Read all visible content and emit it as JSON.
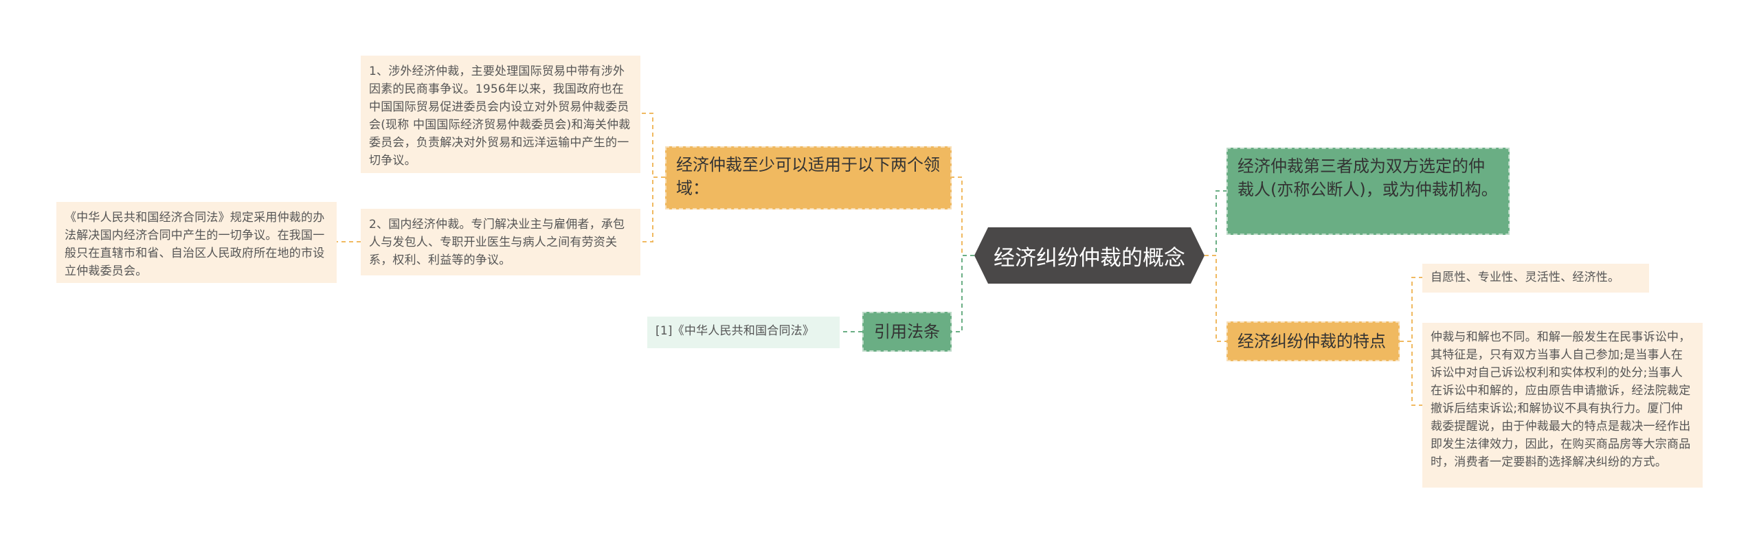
{
  "mindmap": {
    "root": "经济纠纷仲裁的概念",
    "left": {
      "scope": {
        "title": "经济仲裁至少可以适用于以下两个领域：",
        "items": [
          "1、涉外经济仲裁，主要处理国际贸易中带有涉外因素的民商事争议。1956年以来，我国政府也在中国国际贸易促进委员会内设立对外贸易仲裁委员会(现称 中国国际经济贸易仲裁委员会)和海关仲裁委员会，负责解决对外贸易和远洋运输中产生的一切争议。",
          "2、国内经济仲裁。专门解决业主与雇佣者，承包人与发包人、专职开业医生与病人之间有劳资关系，权利、利益等的争议。"
        ],
        "sub_note": "《中华人民共和国经济合同法》规定采用仲裁的办法解决国内经济合同中产生的一切争议。在我国一般只在直辖市和省、自治区人民政府所在地的市设立仲裁委员会。"
      },
      "citation": {
        "title": "引用法条",
        "items": [
          "[1]《中华人民共和国合同法》"
        ]
      }
    },
    "right": {
      "definition": {
        "title": "经济仲裁第三者成为双方选定的仲裁人(亦称公断人)，或为仲裁机构。"
      },
      "features": {
        "title": "经济纠纷仲裁的特点",
        "items": [
          "自愿性、专业性、灵活性、经济性。",
          "仲裁与和解也不同。和解一般发生在民事诉讼中，其特征是，只有双方当事人自己参加;是当事人在诉讼中对自己诉讼权利和实体权利的处分;当事人在诉讼中和解的，应由原告申请撤诉，经法院裁定撤诉后结束诉讼;和解协议不具有执行力。厦门仲裁委提醒说，由于仲裁最大的特点是裁决一经作出即发生法律效力，因此，在购买商品房等大宗商品时，消费者一定要斟酌选择解决纠纷的方式。"
        ]
      }
    }
  },
  "colors": {
    "root": "#4a4848",
    "orange_branch": "#f0b960",
    "green_branch": "#6aae84",
    "leaf": "#fdf0e0",
    "leaf_mint": "#e8f5ee",
    "connector_orange": "#f0b960",
    "connector_green": "#6aae84"
  }
}
